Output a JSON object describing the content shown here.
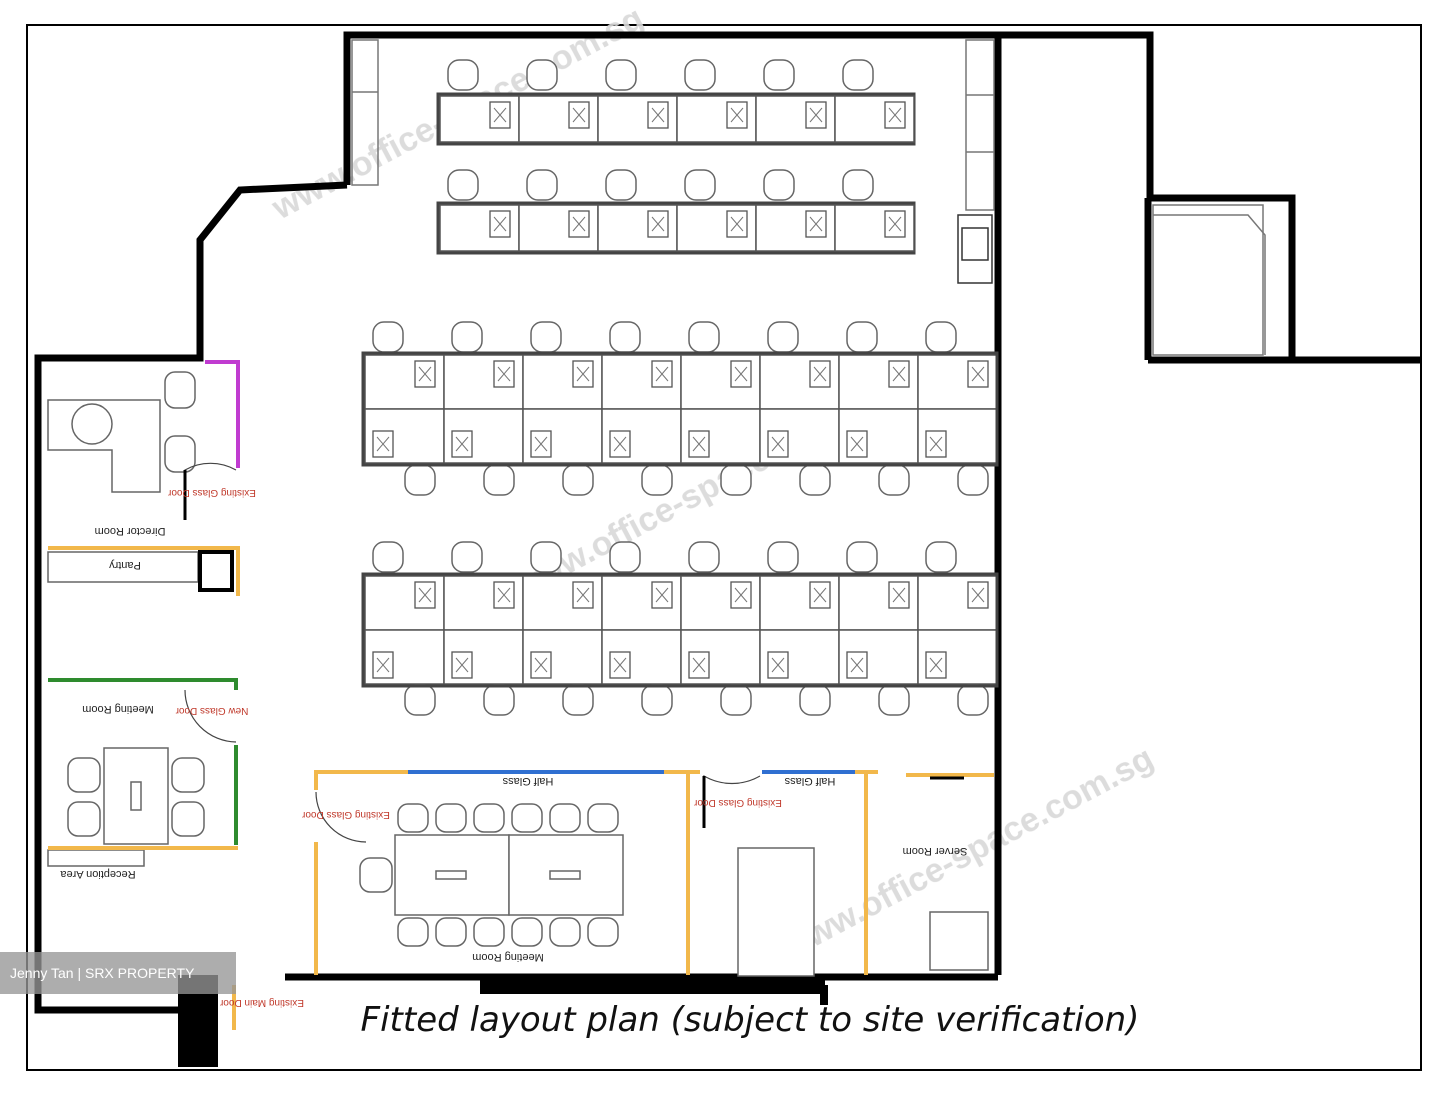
{
  "rooms": {
    "director_room": "Director Room",
    "pantry": "Pantry",
    "meeting_room_small": "Meeting Room",
    "reception_area": "Reception Area",
    "meeting_room_large": "Meeting Room",
    "server_room": "Server Room"
  },
  "doors": {
    "existing_glass_door_1": "Existing Glass Door",
    "new_glass_door": "New Glass Door",
    "existing_glass_door_2": "Existing Glass Door",
    "existing_glass_door_3": "Existing Glass Door",
    "existing_main_door": "Existing Main Door"
  },
  "partitions": {
    "half_glass_1": "Half Glass",
    "half_glass_2": "Half Glass"
  },
  "watermark": "www.office-space.com.sg",
  "caption": "Fitted layout plan (subject to site verification)",
  "credit": "Jenny Tan | SRX PROPERTY",
  "colors": {
    "wall": "#000000",
    "partition_yellow": "#f2b84b",
    "partition_green": "#2e8b2e",
    "partition_magenta": "#c03bd0",
    "half_glass_blue": "#2f6fd1",
    "furniture": "#555555",
    "door_label": "#c0392b"
  }
}
